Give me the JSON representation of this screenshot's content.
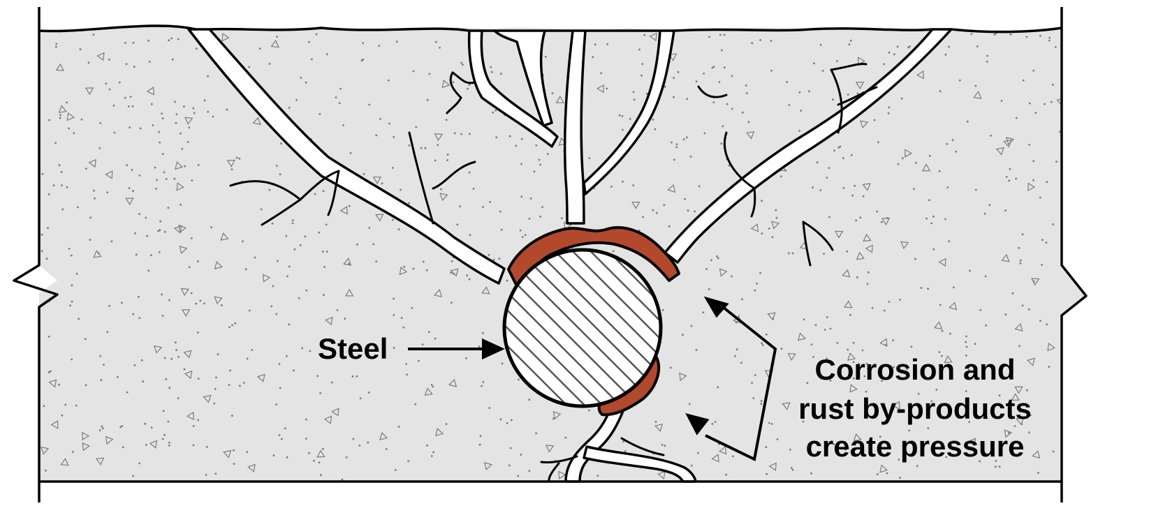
{
  "diagram": {
    "labels": {
      "steel": "Steel",
      "corrosion_line1": "Corrosion and",
      "corrosion_line2": "rust by-products",
      "corrosion_line3": "create pressure"
    },
    "colors": {
      "concrete": "#e4e4e4",
      "speckle": "#7a7a7a",
      "outline": "#000000",
      "crack": "#ffffff",
      "rust": "#b3492c",
      "steel_fill": "#ffffff",
      "steel_hatch": "#555555"
    },
    "icons": {
      "steel_bar": "hatched-circle",
      "arrow": "arrow-head"
    }
  }
}
